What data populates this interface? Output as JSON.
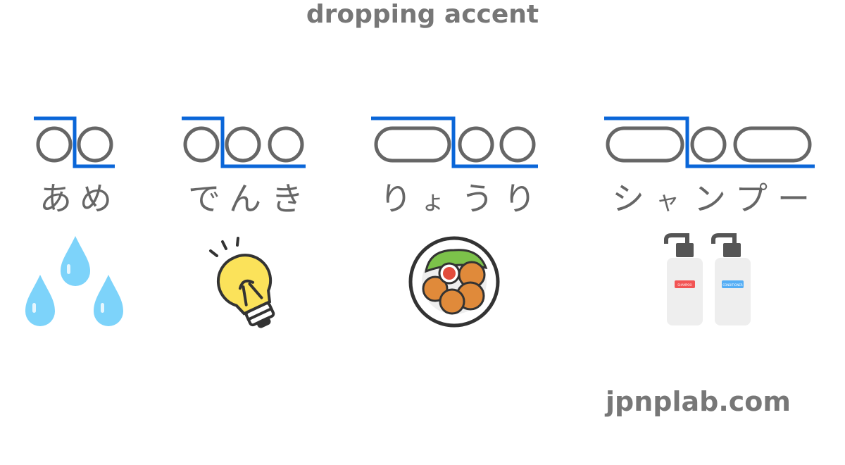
{
  "title": "dropping accent",
  "site": "jpnplab.com",
  "colors": {
    "accent_line": "#0a66d8",
    "mora_outline": "#666666",
    "text": "#777777"
  },
  "words": [
    {
      "kana": [
        "あ",
        "め"
      ],
      "morae": [
        "circle",
        "circle"
      ],
      "pitch": [
        "H",
        "L"
      ],
      "icon": "rain-drops-icon"
    },
    {
      "kana": [
        "で",
        "ん",
        "き"
      ],
      "morae": [
        "circle",
        "circle",
        "circle"
      ],
      "pitch": [
        "H",
        "L",
        "L"
      ],
      "icon": "light-bulb-icon"
    },
    {
      "kana": [
        "り",
        "ょ",
        "う",
        "り"
      ],
      "morae": [
        "pill",
        "circle",
        "circle"
      ],
      "pitch": [
        "H",
        "L",
        "L"
      ],
      "icon": "fried-food-plate-icon"
    },
    {
      "kana": [
        "シ",
        "ャ",
        "ン",
        "プ",
        "ー"
      ],
      "morae": [
        "pill",
        "circle",
        "pill"
      ],
      "pitch": [
        "H",
        "L",
        "L"
      ],
      "icon": "shampoo-bottles-icon"
    }
  ],
  "bottles": {
    "left_label": "SHAMPOO",
    "right_label": "CONDITIONER",
    "left_color": "#f25454",
    "right_color": "#55aef5"
  }
}
